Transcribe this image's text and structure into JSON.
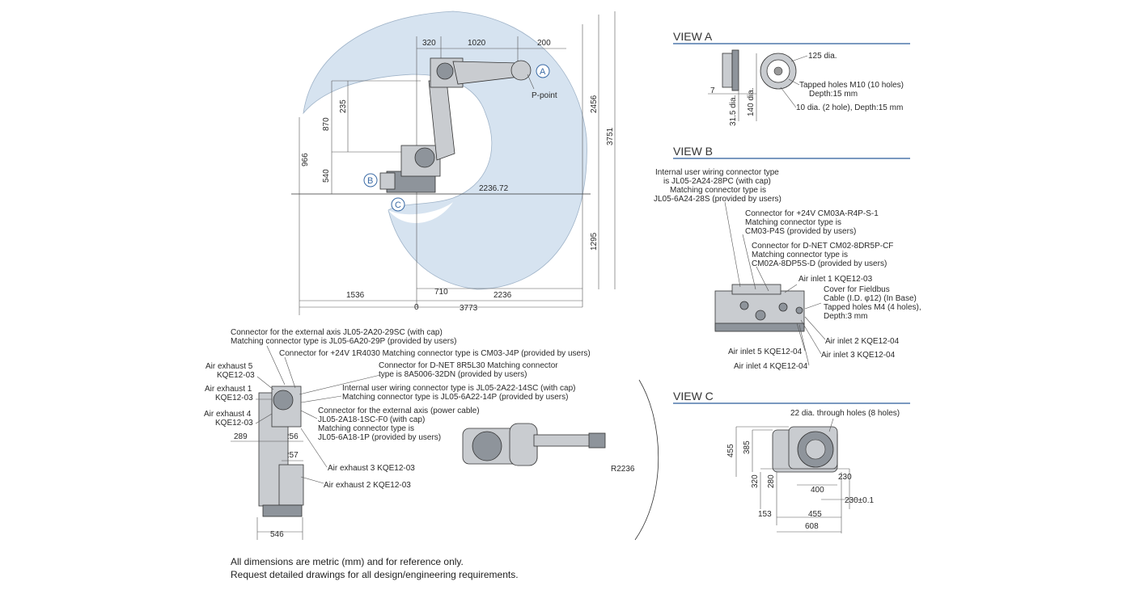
{
  "dims_top": [
    "320",
    "1020",
    "200"
  ],
  "dims_side": {
    "d966": "966",
    "d870": "870",
    "d540": "540",
    "d235": "235",
    "d2456": "2456",
    "d3751": "3751",
    "d1295": "1295",
    "d22367": "2236.72"
  },
  "dims_bottom": {
    "d1536": "1536",
    "d0": "0",
    "d710": "710",
    "d2236": "2236",
    "d3773": "3773"
  },
  "markers": {
    "a": "A",
    "b": "B",
    "c": "C"
  },
  "p_point": "P-point",
  "view_a": {
    "title": "VIEW A",
    "dia125": "125 dia.",
    "tapped1": "Tapped holes M10 (10 holes)",
    "tapped2": "Depth:15 mm",
    "dia10": "10 dia. (2 hole), Depth:15 mm",
    "d7": "7",
    "d315": "31.5 dia.",
    "d140": "140 dia."
  },
  "view_b": {
    "title": "VIEW B",
    "iu1": "Internal user wiring connector type",
    "iu2": "is JL05-2A24-28PC (with cap)",
    "iu3": "Matching connector type is",
    "iu4": "JL05-6A24-28S (provided by users)",
    "c24a": "Connector for +24V CM03A-R4P-S-1",
    "c24b": "Matching connector type is",
    "c24c": "CM03-P4S (provided by users)",
    "dn1": "Connector for D-NET CM02-8DR5P-CF",
    "dn2": "Matching connector type is",
    "dn3": "CM02A-8DP5S-D (provided by users)",
    "air1": "Air inlet 1 KQE12-03",
    "cov1": "Cover for Fieldbus",
    "cov2": "Cable (I.D. φ12) (In Base)",
    "cov3": "Tapped holes M4 (4 holes),",
    "cov4": "Depth:3 mm",
    "air2": "Air inlet 2 KQE12-04",
    "air5": "Air inlet 5 KQE12-04",
    "air3": "Air inlet 3 KQE12-04",
    "air4": "Air inlet 4 KQE12-04"
  },
  "view_c": {
    "title": "VIEW C",
    "holes": "22 dia. through holes (8 holes)",
    "d455": "455",
    "d385": "385",
    "d320": "320",
    "d280": "280",
    "d230": "230",
    "d400": "400",
    "d230t": "230±0.1",
    "d153": "153",
    "d455b": "455",
    "d608": "608"
  },
  "lower": {
    "ext1": "Connector for the external axis JL05-2A20-29SC (with cap)",
    "ext2": "Matching connector type is JL05-6A20-29P (provided by users)",
    "v24": "Connector for +24V 1R4030 Matching connector type is CM03-J4P (provided by users)",
    "dnet1": "Connector for D-NET 8R5L30 Matching connector",
    "dnet2": "type is 8A5006-32DN (provided by users)",
    "iuw1": "Internal user wiring connector type is JL05-2A22-14SC (with cap)",
    "iuw2": "Matching connector type is JL05-6A22-14P (provided by users)",
    "pw1": "Connector for the external axis (power cable)",
    "pw2": "JL05-2A18-1SC-F0 (with cap)",
    "pw3": "Matching connector type is",
    "pw4": "JL05-6A18-1P (provided by users)",
    "ex5a": "Air exhaust 5",
    "ex5b": "KQE12-03",
    "ex1a": "Air exhaust 1",
    "ex1b": "KQE12-03",
    "ex4a": "Air exhaust 4",
    "ex4b": "KQE12-03",
    "ex3": "Air exhaust 3 KQE12-03",
    "ex2": "Air exhaust 2 KQE12-03",
    "d289": "289",
    "d256": "256",
    "d257": "257",
    "d546": "546",
    "r2236": "R2236"
  },
  "footer": {
    "line1": "All dimensions are metric (mm) and for reference only.",
    "line2": "Request detailed drawings for all design/engineering requirements."
  },
  "colors": {
    "envelope": "#d6e3f0",
    "view_rule": "#2b5c9a",
    "marker": "#3a6aa5"
  }
}
